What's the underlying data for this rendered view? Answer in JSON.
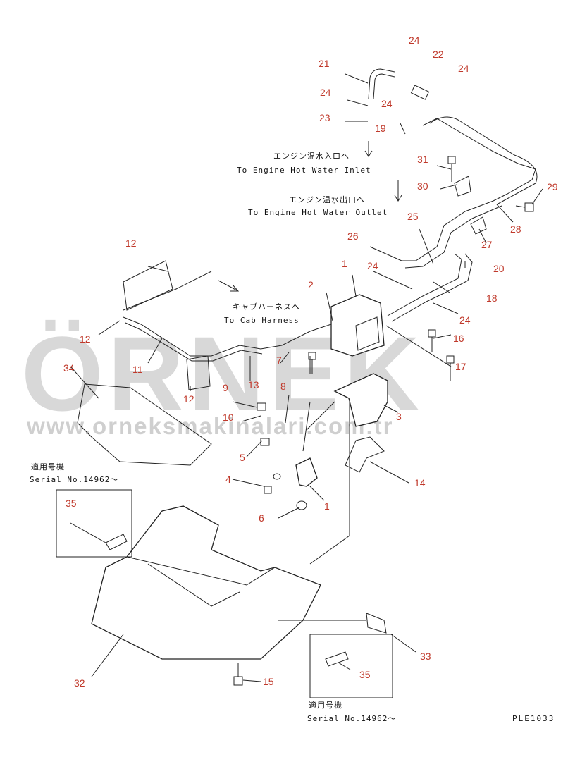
{
  "watermark": {
    "brand": "ÖRNEK",
    "url": "www.orneksmakinalari.com.tr"
  },
  "drawing_code": "PLE1033",
  "callouts": [
    "24",
    "22",
    "24",
    "21",
    "24",
    "24",
    "23",
    "19",
    "31",
    "30",
    "29",
    "28",
    "27",
    "25",
    "26",
    "20",
    "24",
    "18",
    "1",
    "2",
    "24",
    "16",
    "17",
    "12",
    "12",
    "11",
    "12",
    "13",
    "7",
    "34",
    "9",
    "8",
    "3",
    "10",
    "5",
    "14",
    "4",
    "1",
    "6",
    "35",
    "32",
    "15",
    "35",
    "33"
  ],
  "notes": {
    "inlet_jp": "エンジン温水入口へ",
    "inlet_en": "To Engine Hot Water Inlet",
    "outlet_jp": "エンジン温水出口へ",
    "outlet_en": "To Engine Hot Water Outlet",
    "cab_jp": "キャブハーネスへ",
    "cab_en": "To Cab Harness",
    "serial_jp_1": "適用号機",
    "serial_en_1": "Serial No.14962～",
    "serial_jp_2": "適用号機",
    "serial_en_2": "Serial No.14962～"
  }
}
